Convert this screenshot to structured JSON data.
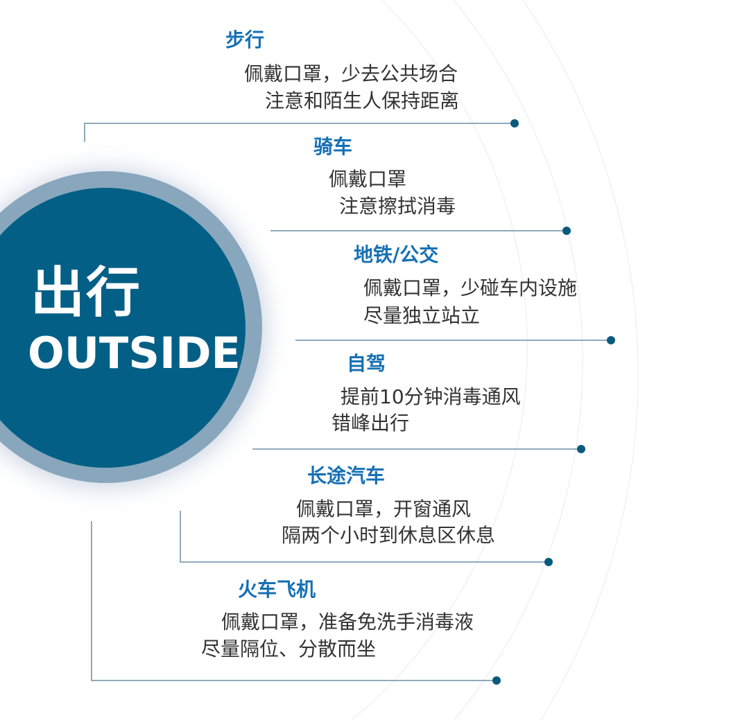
{
  "hero": {
    "title_cn": "出行",
    "title_en": "OUTSIDE"
  },
  "colors": {
    "accent": "#1670b4",
    "circle": "#045f86",
    "ring": "#88a7bd",
    "line": "#6b8ea6",
    "dot": "#0b5a7e"
  },
  "sections": [
    {
      "title": "步行",
      "lines": [
        "佩戴口罩，少去公共场合",
        "注意和陌生人保持距离"
      ]
    },
    {
      "title": "骑车",
      "lines": [
        "佩戴口罩",
        "注意擦拭消毒"
      ]
    },
    {
      "title": "地铁/公交",
      "lines": [
        "佩戴口罩，少碰车内设施",
        "尽量独立站立"
      ]
    },
    {
      "title": "自驾",
      "lines": [
        "提前10分钟消毒通风",
        "错峰出行"
      ]
    },
    {
      "title": "长途汽车",
      "lines": [
        "佩戴口罩，开窗通风",
        "隔两个小时到休息区休息"
      ]
    },
    {
      "title": "火车飞机",
      "lines": [
        "佩戴口罩，准备免洗手消毒液",
        "尽量隔位、分散而坐"
      ]
    }
  ]
}
